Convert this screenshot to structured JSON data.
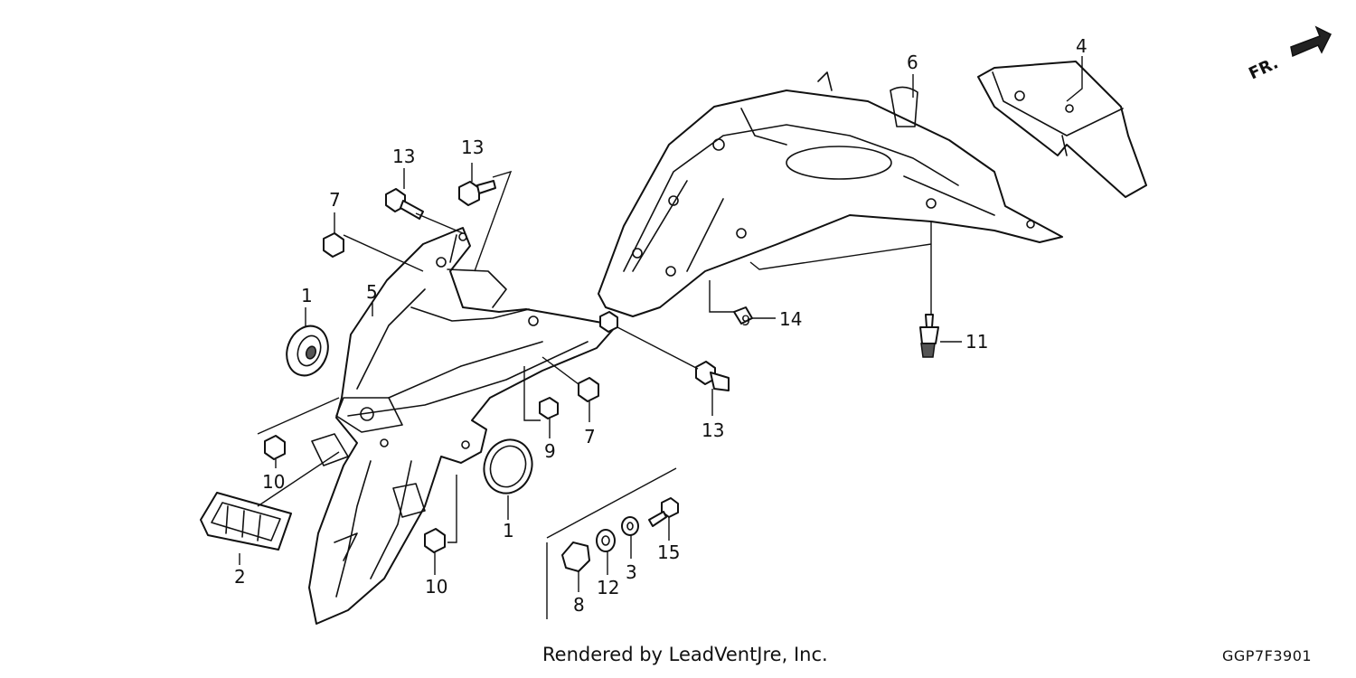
{
  "diagram": {
    "credit": "Rendered by LeadVentJre, Inc.",
    "code": "GGP7F3901",
    "front_arrow_text": "FR.",
    "callouts": [
      "1",
      "1",
      "2",
      "3",
      "4",
      "5",
      "6",
      "7",
      "7",
      "8",
      "9",
      "9",
      "10",
      "10",
      "11",
      "12",
      "13",
      "13",
      "13",
      "14",
      "15"
    ]
  }
}
